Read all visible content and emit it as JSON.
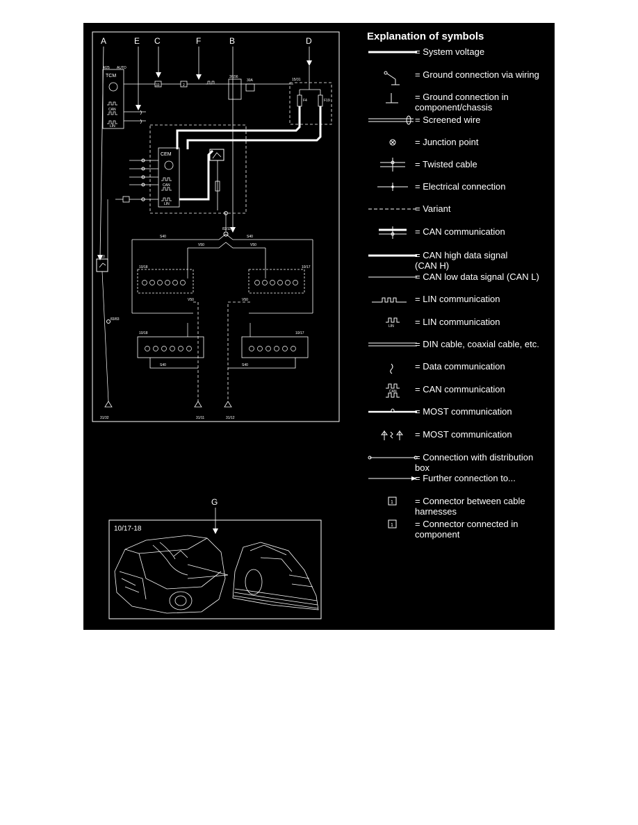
{
  "page": {
    "background": "#000000",
    "foreground": "#ffffff"
  },
  "diagram": {
    "callouts": [
      "A",
      "E",
      "C",
      "F",
      "B",
      "D"
    ],
    "callout_g": "G",
    "components": {
      "tcm_code": "4/25",
      "tcm_mode": "AUTO",
      "tcm_name": "TCM",
      "tcm_lin": "LIN",
      "tcm_can": "CAN",
      "cem_name": "CEM",
      "cem_can": "CAN",
      "cem_lin": "LIN",
      "conn_33": "33",
      "conn_2": "2",
      "conn_3_156": "3/156",
      "conn_30a": "30A",
      "conn_15_31": "15/31",
      "fuse_f4": "F4",
      "fuse_f19": "F19",
      "junction_b": "83/11",
      "junction_left": "83/83",
      "ground_31_32": "31/32",
      "ground_31_11": "31/11",
      "ground_31_12": "31/12",
      "lamp_10_18": "10/18",
      "lamp_10_17": "10/17",
      "lamp_lower_10_18": "10/18",
      "lamp_lower_10_17": "10/17",
      "s40_a": "S40",
      "s40_b": "S40",
      "s40_c": "S40",
      "s40_d": "S40",
      "v50_a": "V50",
      "v50_b": "V50",
      "v50_c": "V50",
      "v50_d": "V50",
      "relay_3_10": "3/10"
    },
    "location_label": "10/17-18"
  },
  "legend": {
    "title": "Explanation of symbols",
    "items": [
      {
        "symbol": "thick-line",
        "lines": [
          "= System voltage"
        ]
      },
      {
        "symbol": "ground-wiring",
        "lines": [
          "= Ground connection via wiring"
        ]
      },
      {
        "symbol": "ground-chassis",
        "lines": [
          "= Ground connection in",
          "component/chassis"
        ]
      },
      {
        "symbol": "screened-wire",
        "lines": [
          "= Screened wire"
        ]
      },
      {
        "symbol": "junction-point",
        "lines": [
          "= Junction point"
        ]
      },
      {
        "symbol": "twisted-cable",
        "lines": [
          "= Twisted cable"
        ]
      },
      {
        "symbol": "electrical-connection",
        "lines": [
          "= Electrical connection"
        ]
      },
      {
        "symbol": "variant",
        "lines": [
          "= Variant"
        ]
      },
      {
        "symbol": "can-communication-line",
        "lines": [
          "= CAN communication"
        ]
      },
      {
        "symbol": "can-high",
        "lines": [
          "= CAN high data signal",
          "(CAN H)"
        ]
      },
      {
        "symbol": "can-low",
        "lines": [
          "= CAN low data signal (CAN L)"
        ]
      },
      {
        "symbol": "lin-line",
        "lines": [
          "= LIN communication"
        ]
      },
      {
        "symbol": "lin-box",
        "lines": [
          "= LIN communication"
        ]
      },
      {
        "symbol": "din-cable",
        "lines": [
          "= DIN cable, coaxial cable, etc."
        ]
      },
      {
        "symbol": "data-communication",
        "lines": [
          "= Data communication"
        ]
      },
      {
        "symbol": "can-box",
        "lines": [
          "= CAN communication"
        ]
      },
      {
        "symbol": "most-line",
        "lines": [
          "= MOST communication"
        ]
      },
      {
        "symbol": "most-optical",
        "lines": [
          "= MOST communication"
        ]
      },
      {
        "symbol": "distribution-box",
        "lines": [
          "= Connection with distribution",
          "box"
        ]
      },
      {
        "symbol": "further-connection",
        "lines": [
          "= Further connection to..."
        ]
      },
      {
        "symbol": "connector-harness",
        "lines": [
          "= Connector between cable",
          "harnesses"
        ]
      },
      {
        "symbol": "connector-component",
        "lines": [
          "= Connector connected in",
          "component"
        ]
      }
    ],
    "symbol_labels": {
      "lin": "LIN",
      "can": "CAN",
      "connector_number": "1"
    }
  }
}
